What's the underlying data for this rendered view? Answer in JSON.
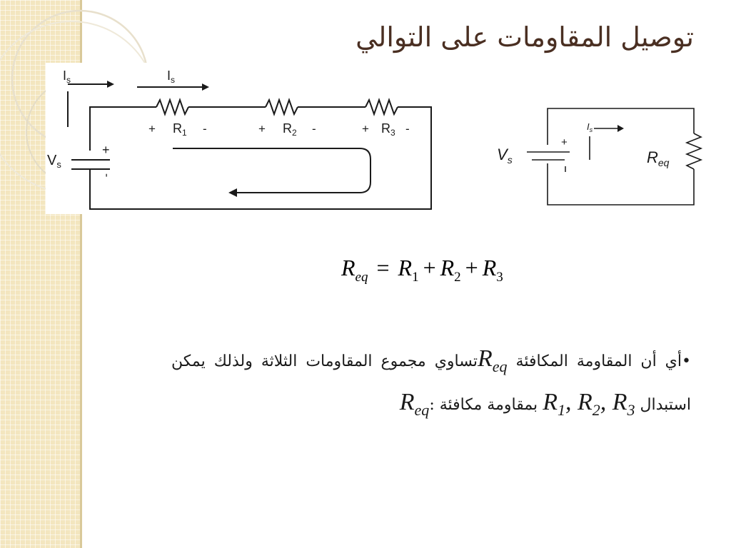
{
  "slide": {
    "title": "توصيل المقاومات على التوالي"
  },
  "series_circuit": {
    "source_label": "V",
    "source_sub": "s",
    "plus_sign": "+",
    "minus_sign": "-",
    "current_label": "I",
    "current_sub": "s",
    "resistors": [
      {
        "letter": "R",
        "sub": "1"
      },
      {
        "letter": "R",
        "sub": "2"
      },
      {
        "letter": "R",
        "sub": "3"
      }
    ]
  },
  "equivalent_circuit": {
    "source_label": "V",
    "source_sub": "s",
    "plus_sign": "+",
    "current_label": "I",
    "current_sub": "s",
    "resistor_letter": "R",
    "resistor_sub": "eq"
  },
  "equation": {
    "lhs_letter": "R",
    "lhs_sub": "eq",
    "equals": "=",
    "plus": "+",
    "terms": [
      {
        "letter": "R",
        "sub": "1"
      },
      {
        "letter": "R",
        "sub": "2"
      },
      {
        "letter": "R",
        "sub": "3"
      }
    ]
  },
  "bullet": {
    "marker": "•",
    "part1": "أي أن المقاومة المكافئة ",
    "req_letter": "R",
    "req_sub": "eq",
    "part2": "تساوي مجموع المقاومات الثلاثة ولذلك يمكن استبدال ",
    "r1": "R",
    "r1_sub": "1",
    "comma1": ", ",
    "r2": "R",
    "r2_sub": "2",
    "comma2": ", ",
    "r3": "R",
    "r3_sub": "3",
    "part3": " بمقاومة مكافئة ",
    "colon": ":",
    "req2_letter": "R",
    "req2_sub": "eq"
  },
  "colors": {
    "title": "#4a2f22",
    "band": "#f3e6bf",
    "wire": "#1a1a1a"
  }
}
